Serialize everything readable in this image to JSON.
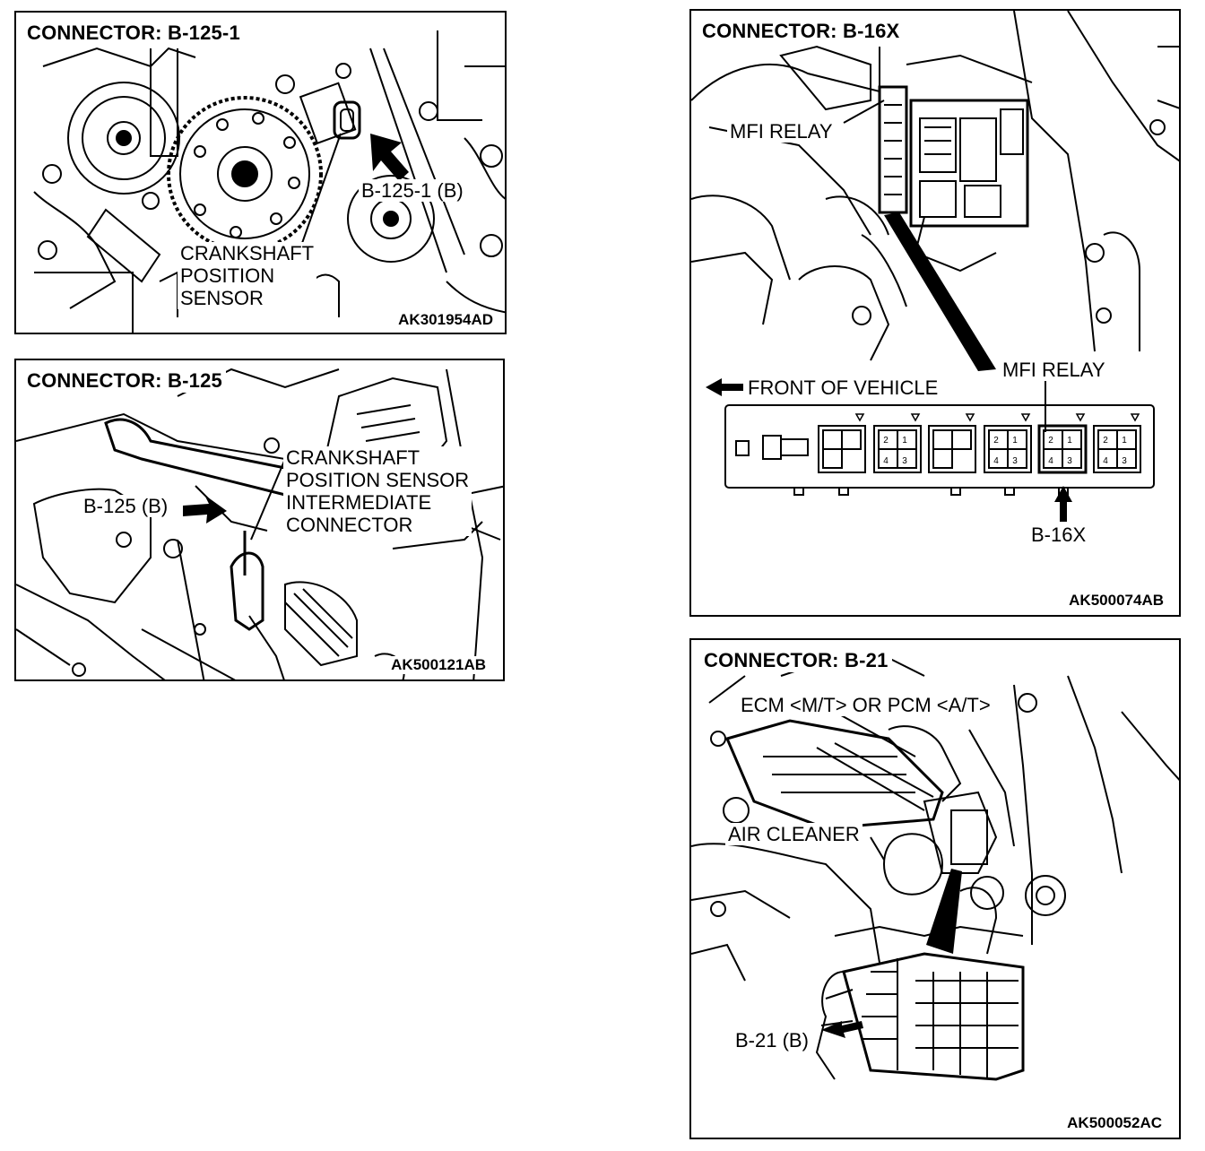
{
  "panels": {
    "p1": {
      "title": "CONNECTOR: B-125-1",
      "code": "AK301954AD",
      "label_connector": "B-125-1 (B)",
      "label_sensor": [
        "CRANKSHAFT",
        "POSITION",
        "SENSOR"
      ]
    },
    "p2": {
      "title": "CONNECTOR: B-125",
      "code": "AK500121AB",
      "label_connector": "B-125 (B)",
      "label_sensor": [
        "CRANKSHAFT",
        "POSITION SENSOR",
        "INTERMEDIATE",
        "CONNECTOR"
      ]
    },
    "p3": {
      "title": "CONNECTOR: B-16X",
      "code": "AK500074AB",
      "label_relay_top": "MFI RELAY",
      "label_relay_block": "MFI RELAY",
      "label_front": "FRONT OF VEHICLE",
      "label_connector": "B-16X",
      "relay_pins": [
        "2",
        "1",
        "4",
        "3"
      ]
    },
    "p4": {
      "title": "CONNECTOR: B-21",
      "code": "AK500052AC",
      "label_ecm": "ECM <M/T> OR PCM <A/T>",
      "label_air": "AIR CLEANER",
      "label_connector": "B-21 (B)"
    }
  }
}
